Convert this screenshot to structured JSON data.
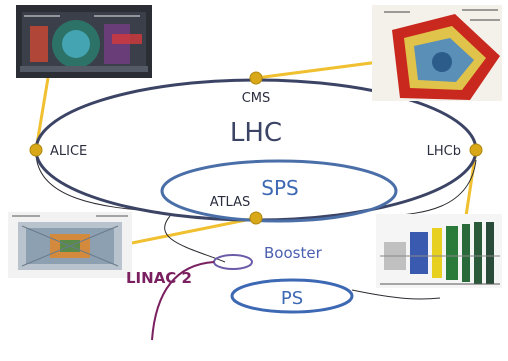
{
  "rings": {
    "lhc": "LHC",
    "sps": "SPS",
    "booster": "Booster",
    "ps": "PS",
    "linac": "LINAC 2"
  },
  "experiments": {
    "cms": "CMS",
    "alice": "ALICE",
    "lhcb": "LHCb",
    "atlas": "ATLAS"
  },
  "colors": {
    "lhc_ring": "#3c4466",
    "sps_ring": "#4a6fa8",
    "ps_ring": "#3d68b4",
    "booster_ring": "#6a5aa8",
    "linac_line": "#7a2060",
    "connector": "#f0c030",
    "node": "#d8a818",
    "lhc_text": "#3c4466",
    "injector_text": "#3d68b4",
    "linac_text": "#7a2060"
  }
}
